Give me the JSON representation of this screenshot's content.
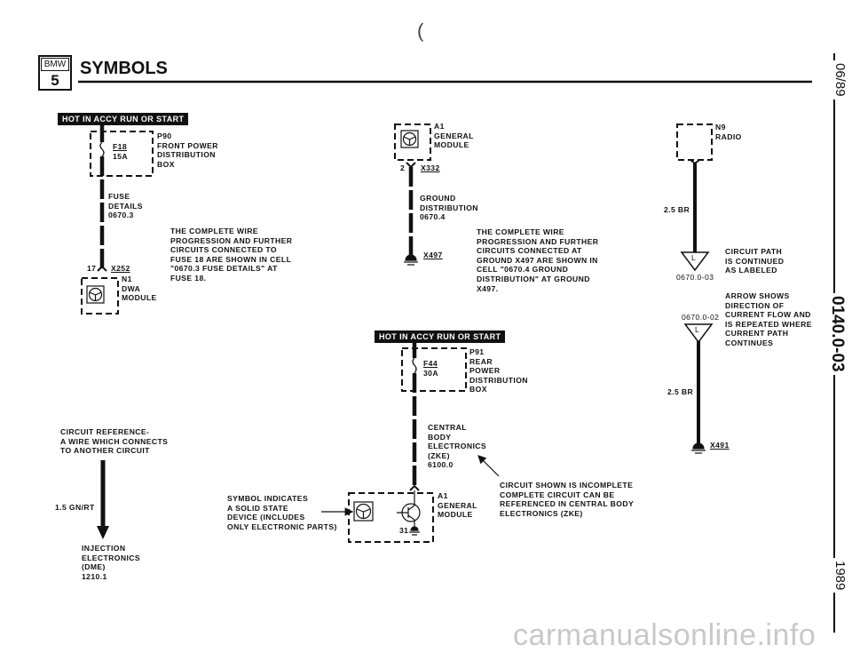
{
  "header": {
    "logo_top": "BMW",
    "logo_bottom": "5",
    "title": "SYMBOLS",
    "paren": "("
  },
  "margin": {
    "date": "06/89",
    "page_code": "0140.0-03",
    "year": "1989"
  },
  "fuse_example": {
    "banner": "HOT IN ACCY RUN OR START",
    "box_label": "P90\nFRONT POWER\nDISTRIBUTION\nBOX",
    "fuse_id": "F18",
    "fuse_rating": "15A",
    "ref_label": "FUSE\nDETAILS\n0670.3",
    "pin": "17",
    "connector": "X252",
    "module_label": "N1\nDWA\nMODULE",
    "note": "THE COMPLETE WIRE\nPROGRESSION AND FURTHER\nCIRCUITS CONNECTED TO\nFUSE 18 ARE SHOWN IN CELL\n\"0670.3 FUSE DETAILS\" AT\nFUSE 18."
  },
  "ground_example": {
    "module_label": "A1\nGENERAL\nMODULE",
    "pin": "2",
    "connector": "X332",
    "ref_label": "GROUND\nDISTRIBUTION\n0670.4",
    "ground": "X497",
    "note": "THE COMPLETE WIRE\nPROGRESSION AND FURTHER\nCIRCUITS CONNECTED AT\nGROUND X497 ARE SHOWN IN\nCELL \"0670.4 GROUND\nDISTRIBUTION\" AT GROUND\nX497."
  },
  "continuation_example": {
    "module_label": "N9\nRADIO",
    "wire_top": "2.5 BR",
    "arrow_letter": "L",
    "ref_out": "0670.0-03",
    "note_out": "CIRCUIT PATH\nIS CONTINUED\nAS LABELED",
    "note_in": "ARROW SHOWS\nDIRECTION OF\nCURRENT FLOW AND\nIS REPEATED WHERE\nCURRENT PATH\nCONTINUES",
    "ref_in": "0670.0-02",
    "wire_bottom": "2.5 BR",
    "ground": "X491"
  },
  "incomplete_example": {
    "banner": "HOT IN ACCY RUN OR START",
    "box_label": "P91\nREAR\nPOWER\nDISTRIBUTION\nBOX",
    "fuse_id": "F44",
    "fuse_rating": "30A",
    "ref_label": "CENTRAL\nBODY\nELECTRONICS\n(ZKE)\n6100.0",
    "note": "CIRCUIT SHOWN IS INCOMPLETE\nCOMPLETE CIRCUIT CAN BE\nREFERENCED IN CENTRAL BODY\nELECTRONICS (ZKE)",
    "module_label": "A1\nGENERAL\nMODULE",
    "ground_pin": "31",
    "solid_state_note": "SYMBOL INDICATES\nA SOLID STATE\nDEVICE (INCLUDES\nONLY ELECTRONIC PARTS)"
  },
  "reference_example": {
    "note": "CIRCUIT REFERENCE-\nA WIRE WHICH CONNECTS\nTO ANOTHER CIRCUIT",
    "wire": "1.5 GN/RT",
    "target": "INJECTION\nELECTRONICS\n(DME)\n1210.1"
  },
  "watermark": "carmanualsonline.info"
}
